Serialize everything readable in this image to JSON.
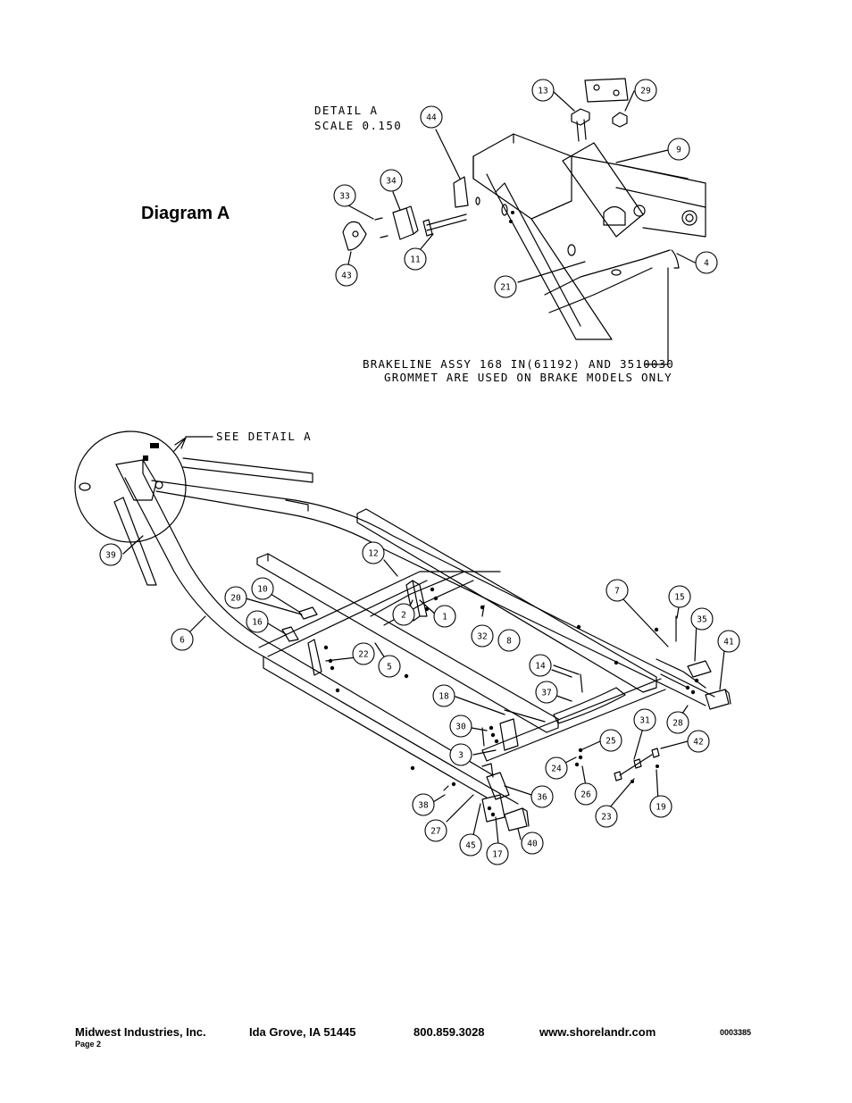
{
  "diagram_title": "Diagram A",
  "detail": {
    "line1": "DETAIL  A",
    "line2": "SCALE  0.150"
  },
  "note": {
    "line1": "BRAKELINE ASSY 168 IN(61192) AND 3510030",
    "line2": "GROMMET ARE USED ON BRAKE MODELS ONLY"
  },
  "see_detail": "SEE DETAIL  A",
  "callouts": [
    "13",
    "29",
    "9",
    "44",
    "34",
    "33",
    "11",
    "43",
    "21",
    "4",
    "39",
    "12",
    "7",
    "15",
    "20",
    "10",
    "2",
    "1",
    "35",
    "41",
    "16",
    "6",
    "22",
    "32",
    "8",
    "5",
    "14",
    "37",
    "18",
    "28",
    "30",
    "31",
    "25",
    "42",
    "3",
    "24",
    "26",
    "19",
    "36",
    "23",
    "38",
    "27",
    "45",
    "17",
    "40"
  ],
  "footer": {
    "company": "Midwest Industries, Inc.",
    "city": "Ida Grove, IA  51445",
    "phone": "800.859.3028",
    "website": "www.shorelandr.com",
    "doc_number": "0003385",
    "page": "Page 2"
  }
}
